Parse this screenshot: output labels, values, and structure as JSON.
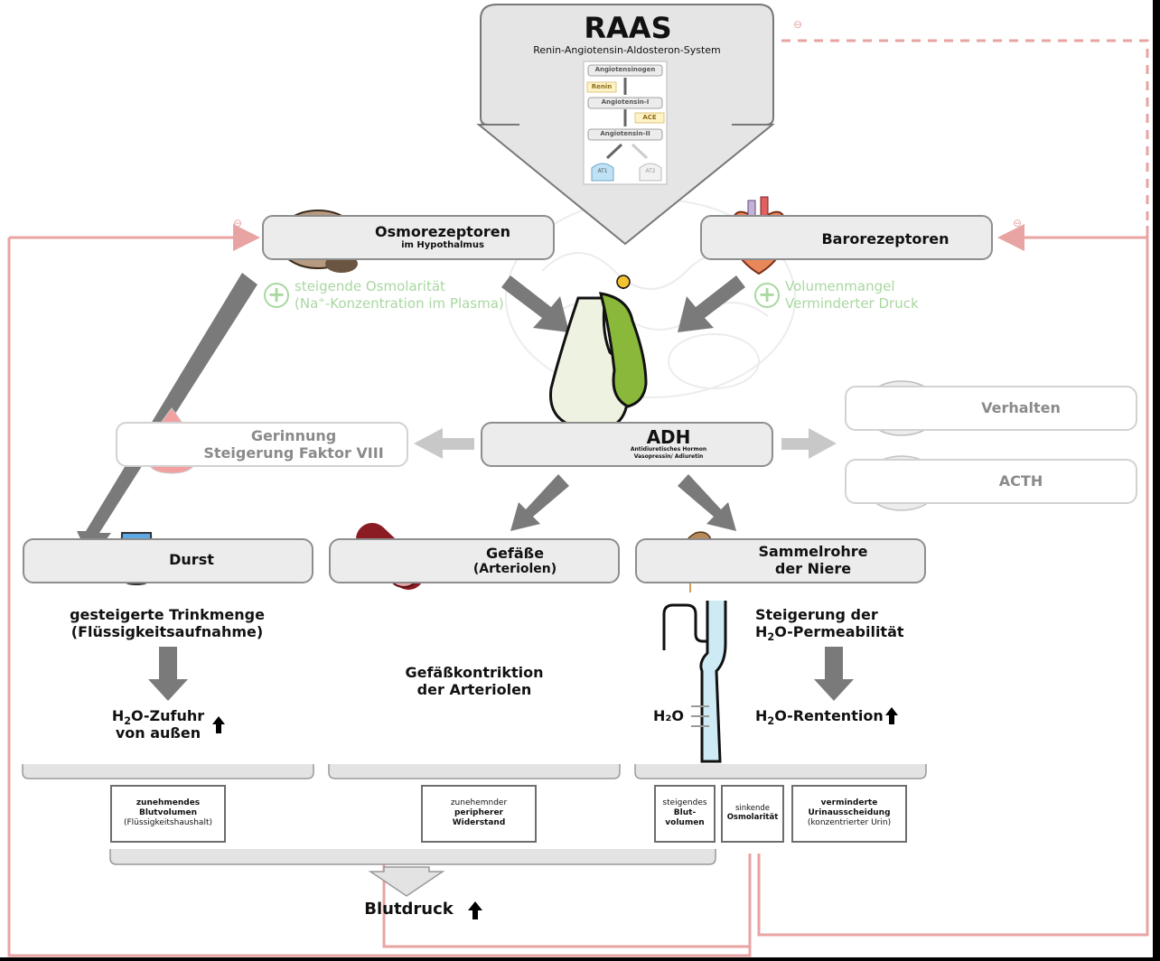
{
  "raas": {
    "title": "RAAS",
    "subtitle": "Renin-Angiotensin-Aldosteron-System",
    "angiotensinogen": "Angiotensinogen",
    "renin": "Renin",
    "angiotensin1": "Angiotensin-I",
    "ace": "ACE",
    "angiotensin2": "Angiotensin-II",
    "at1": "AT1",
    "at2": "AT2"
  },
  "osmo": {
    "title": "Osmorezeptoren",
    "sub": "im Hypothalmus"
  },
  "baro": {
    "title": "Barorezeptoren"
  },
  "osmo_stimulus": {
    "line1": "steigende Osmolarität",
    "line2_pre": "(Na",
    "line2_sup": "+",
    "line2_post": "-Konzentration im Plasma)"
  },
  "baro_stimulus": {
    "line1": "Volumenmangel",
    "line2": "Verminderter Druck"
  },
  "adh": {
    "title": "ADH",
    "sub1": "Antidiuretisches Hormon",
    "sub2": "Vasopressin/ Adiuretin"
  },
  "gerinnung": {
    "line1": "Gerinnung",
    "line2": "Steigerung Faktor VIII"
  },
  "verhalten": "Verhalten",
  "acth": "ACTH",
  "durst": {
    "title": "Durst",
    "effect1": "gesteigerte Trinkmenge",
    "effect2": "(Flüssigkeitsaufnahme)",
    "result1": "-Zufuhr",
    "result2": "von außen",
    "h": "H",
    "two": "2",
    "o": "O"
  },
  "gefaesse": {
    "title": "Gefäße",
    "sub": "(Arteriolen)",
    "effect1": "Gefäßkontriktion",
    "effect2": "der Arteriolen"
  },
  "niere": {
    "title1": "Sammelrohre",
    "title2": "der Niere",
    "effect1": "Steigerung der",
    "effect2": "-Permeabilität",
    "result": "-Rentention",
    "h2o": "H₂O"
  },
  "outcomes": {
    "blutvolumen": {
      "l1": "zunehmendes",
      "l2": "Blutvolumen",
      "l3": "(Flüssigkeitshaushalt)"
    },
    "widerstand": {
      "l1": "zunehemnder",
      "l2": "peripherer",
      "l3": "Widerstand"
    },
    "blut_volumen": {
      "l1": "steigendes",
      "l2": "Blut-",
      "l3": "volumen"
    },
    "osmolaritaet": {
      "l1": "sinkende",
      "l2": "Osmolarität"
    },
    "urin": {
      "l1": "verminderte",
      "l2": "Urinausscheidung",
      "l3": "(konzentrierter Urin)"
    }
  },
  "blutdruck": "Blutdruck",
  "feedback_sign": "⊖",
  "stimulus_sign": "+",
  "colors": {
    "feedback": "#e8a3a3",
    "stimulus": "#a8d8a0",
    "arrow": "#7a7a7a",
    "box_border": "#8e8e8e",
    "box_fill": "#ececec"
  }
}
